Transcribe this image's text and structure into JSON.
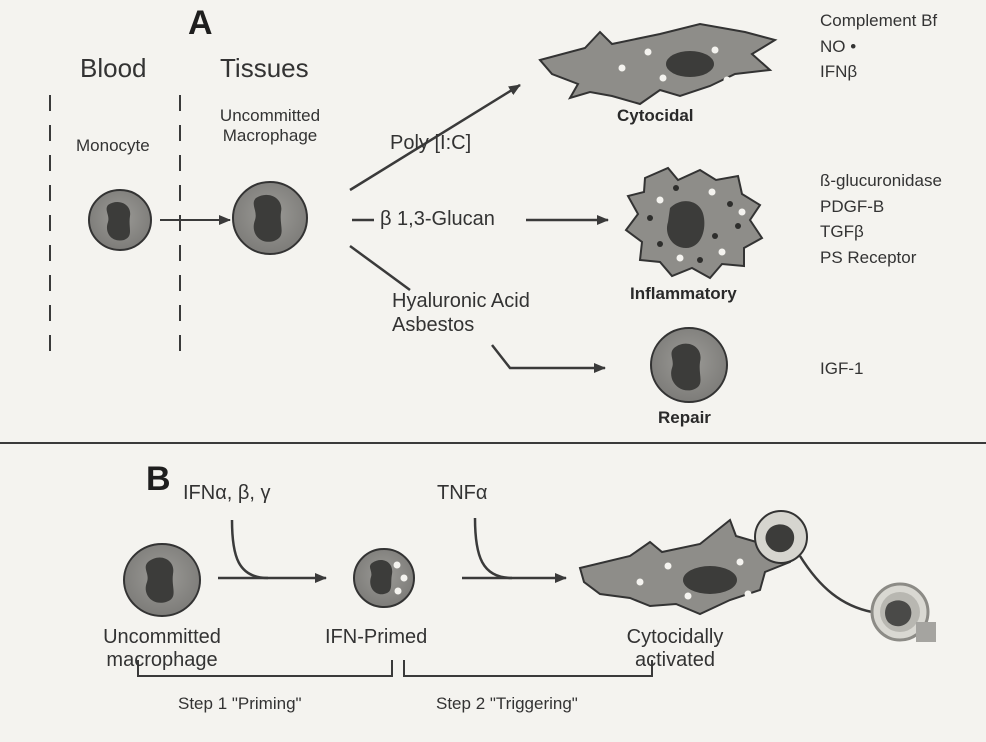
{
  "panel_a": {
    "letter": "A",
    "blood_label": "Blood",
    "tissues_label": "Tissues",
    "monocyte_label": "Monocyte",
    "uncommitted_label_line1": "Uncommitted",
    "uncommitted_label_line2": "Macrophage",
    "stimulus_poly": "Poly [I:C]",
    "stimulus_glucan": "β 1,3-Glucan",
    "stimulus_hyaluronic": "Hyaluronic Acid",
    "stimulus_asbestos": "Asbestos",
    "outcome_cytocidal": "Cytocidal",
    "outcome_inflammatory": "Inflammatory",
    "outcome_repair": "Repair",
    "cytocidal_products": [
      "Complement Bf",
      "NO •",
      "IFNβ"
    ],
    "inflammatory_products": [
      "ß-glucuronidase",
      "PDGF-B",
      "TGFβ",
      "PS Receptor"
    ],
    "repair_products": [
      "IGF-1"
    ]
  },
  "panel_b": {
    "letter": "B",
    "ifn_label": "IFNα, β, γ",
    "tnf_label": "TNFα",
    "uncommitted_line1": "Uncommitted",
    "uncommitted_line2": "macrophage",
    "primed_label": "IFN-Primed",
    "activated_line1": "Cytocidally",
    "activated_line2": "activated",
    "step1_label": "Step 1 \"Priming\"",
    "step2_label": "Step 2 \"Triggering\""
  },
  "colors": {
    "cell_fill": "#8a8a86",
    "nucleus_fill": "#3c3c3a",
    "line": "#3a3a3a",
    "background": "#f4f3ef"
  }
}
